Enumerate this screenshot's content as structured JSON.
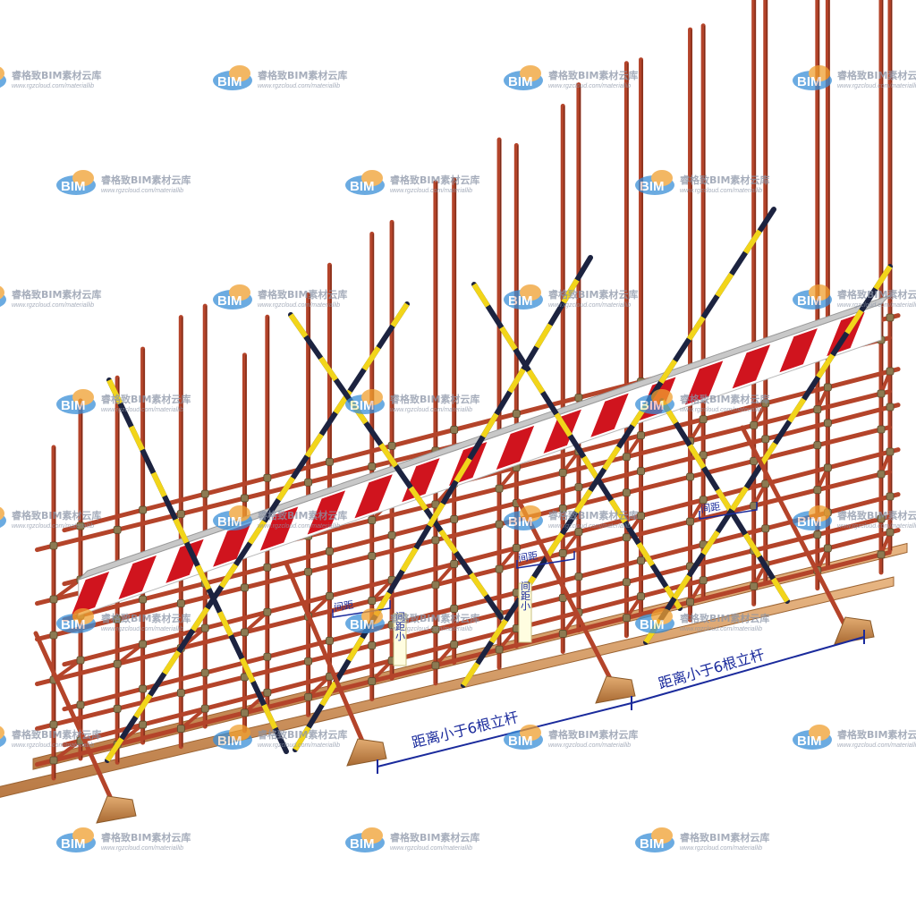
{
  "dimension_labels": {
    "left": "距离小于6根立杆",
    "right": "距离小于6根立杆"
  },
  "spacing_tags": [
    "间距",
    "间距",
    "间距"
  ],
  "vertical_tags": [
    "间距小",
    "间距小"
  ],
  "watermark": {
    "name": "睿格致BIM素材云库",
    "url": "www.rgzcloud.com/materiallib",
    "badge": "BIM"
  },
  "colors": {
    "pipe": "#b4442a",
    "pipe_dark": "#7a2a18",
    "coupler": "#8c7a52",
    "plank": "#d9a06b",
    "brace_yellow": "#f2d51a",
    "brace_black": "#1c2340",
    "tape_red": "#d0141e",
    "tape_white": "#ffffff",
    "dimension": "#1a2a9c",
    "watermark_blue": "#3a8fd8",
    "watermark_orange": "#f0a030"
  }
}
